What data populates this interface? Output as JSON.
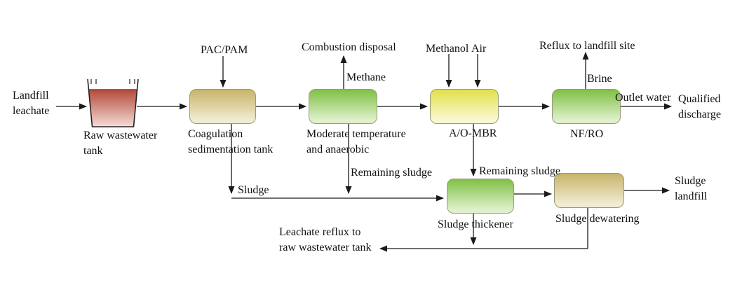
{
  "diagram": {
    "nodes": {
      "landfill_leachate": "Landfill\nleachate",
      "raw_tank": "Raw wastewater\ntank",
      "coagulation": "Coagulation\nsedimentation tank",
      "anaerobic": "Moderate temperature\nand anaerobic",
      "aombr": "A/O-MBR",
      "nfro": "NF/RO",
      "thickener": "Sludge thickener",
      "dewatering": "Sludge dewatering",
      "qualified_discharge": "Qualified\ndischarge",
      "sludge_landfill": "Sludge\nlandfill"
    },
    "annotations": {
      "pac_pam": "PAC/PAM",
      "combustion_disposal": "Combustion disposal",
      "methane": "Methane",
      "methanol": "Methanol",
      "air": "Air",
      "reflux_to_landfill": "Reflux to landfill site",
      "brine": "Brine",
      "outlet_water": "Outlet water",
      "sludge": "Sludge",
      "remaining_sludge_anaerobic": "Remaining sludge",
      "remaining_sludge_aombr": "Remaining sludge",
      "leachate_reflux": "Leachate reflux to\nraw wastewater tank"
    },
    "colors": {
      "line": "#1a1a1a",
      "tank_liquid_top": "#b24a3c",
      "tank_liquid_bottom": "#f4dad2",
      "tan_dark": "#c8b469",
      "tan_light": "#f0ebd2",
      "green_dark": "#7fc045",
      "green_light": "#dff0cb",
      "yellow_dark": "#e2e04a",
      "yellow_light": "#faf8d2"
    },
    "edges": [
      {
        "from": "landfill_leachate",
        "to": "raw_tank",
        "label": ""
      },
      {
        "from": "raw_tank",
        "to": "coagulation",
        "label": ""
      },
      {
        "from": "pac_pam",
        "to": "coagulation",
        "label": ""
      },
      {
        "from": "coagulation",
        "to": "anaerobic",
        "label": ""
      },
      {
        "from": "anaerobic",
        "to": "combustion_disposal",
        "label": "Methane"
      },
      {
        "from": "anaerobic",
        "to": "aombr",
        "label": ""
      },
      {
        "from": "methanol",
        "to": "aombr",
        "label": ""
      },
      {
        "from": "air",
        "to": "aombr",
        "label": ""
      },
      {
        "from": "aombr",
        "to": "nfro",
        "label": ""
      },
      {
        "from": "nfro",
        "to": "reflux_to_landfill",
        "label": "Brine"
      },
      {
        "from": "nfro",
        "to": "qualified_discharge",
        "label": "Outlet water"
      },
      {
        "from": "coagulation",
        "to": "thickener",
        "label": "Sludge"
      },
      {
        "from": "anaerobic",
        "to": "thickener",
        "label": "Remaining sludge"
      },
      {
        "from": "aombr",
        "to": "thickener",
        "label": "Remaining sludge"
      },
      {
        "from": "thickener",
        "to": "dewatering",
        "label": ""
      },
      {
        "from": "dewatering",
        "to": "sludge_landfill",
        "label": ""
      },
      {
        "from": "thickener",
        "to": "raw_tank",
        "label": "Leachate reflux to raw wastewater tank"
      },
      {
        "from": "dewatering",
        "to": "raw_tank",
        "label": "Leachate reflux to raw wastewater tank"
      }
    ]
  }
}
